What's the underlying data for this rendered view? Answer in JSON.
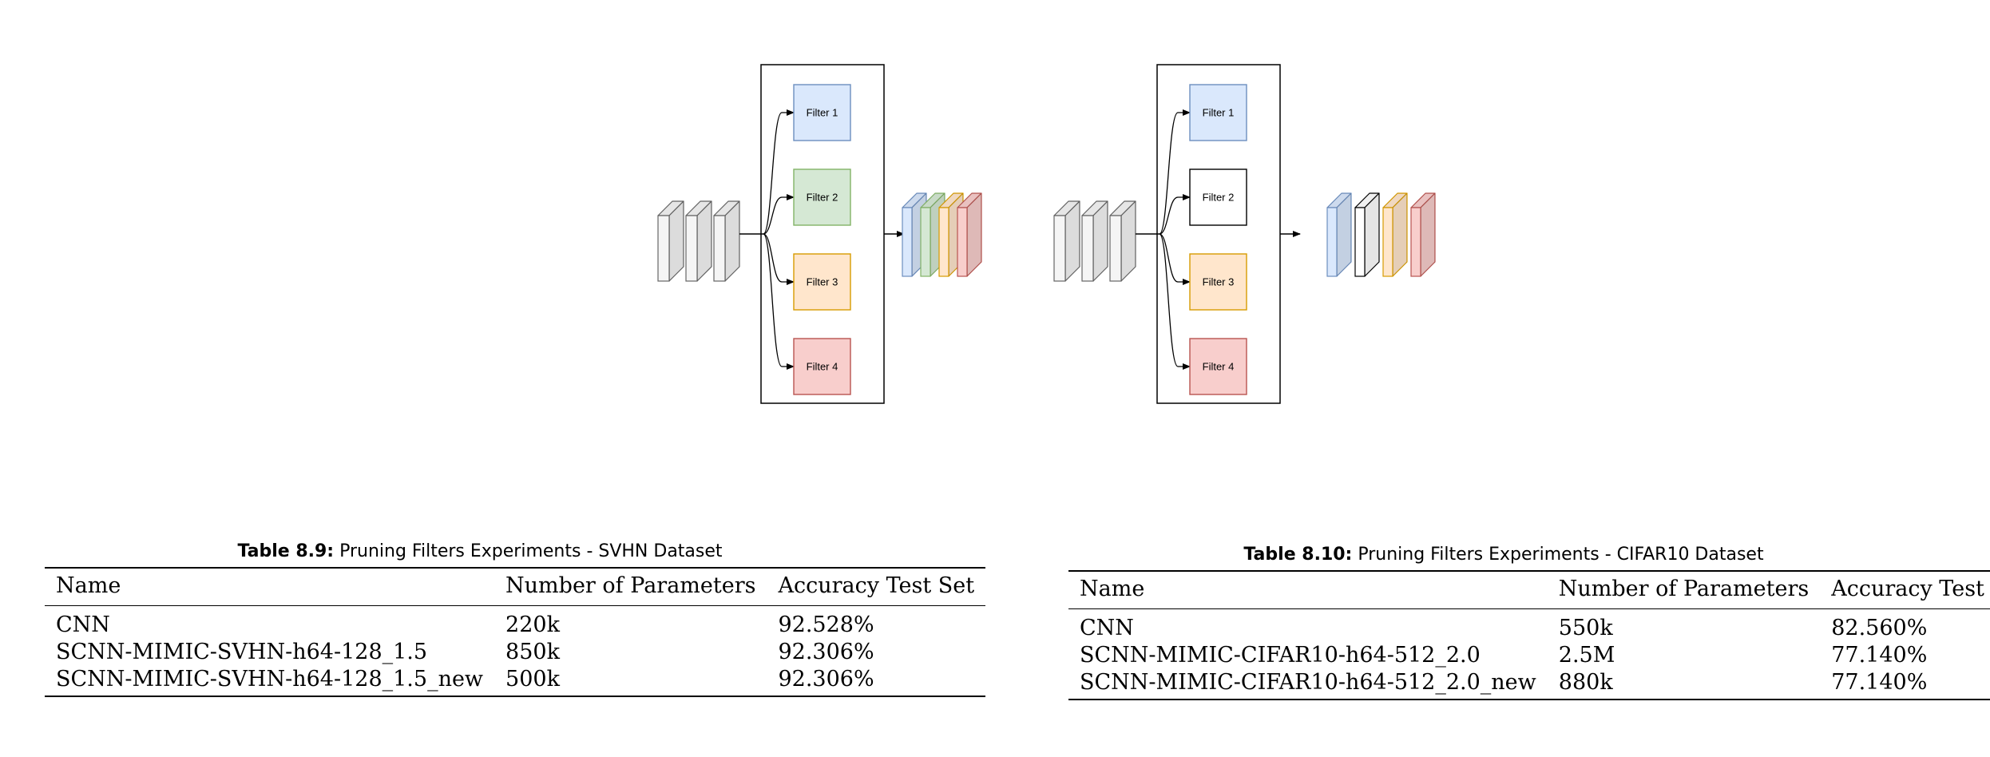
{
  "figure": {
    "left_panel": {
      "filters": [
        {
          "label": "Filter 1",
          "color": "#dae8fc",
          "stroke": "#6c8ebf"
        },
        {
          "label": "Filter 2",
          "color": "#d5e8d4",
          "stroke": "#82b366"
        },
        {
          "label": "Filter 3",
          "color": "#ffe6cc",
          "stroke": "#d79b00"
        },
        {
          "label": "Filter 4",
          "color": "#f8cecc",
          "stroke": "#b85450"
        }
      ]
    },
    "right_panel": {
      "filters": [
        {
          "label": "Filter 1",
          "color": "#dae8fc",
          "stroke": "#6c8ebf"
        },
        {
          "label": "Filter 2",
          "color": "#ffffff",
          "stroke": "#000000"
        },
        {
          "label": "Filter 3",
          "color": "#ffe6cc",
          "stroke": "#d79b00"
        },
        {
          "label": "Filter 4",
          "color": "#f8cecc",
          "stroke": "#b85450"
        }
      ]
    }
  },
  "tables": [
    {
      "caption_number": "Table 8.9:",
      "caption_text": "Pruning Filters Experiments - SVHN Dataset",
      "headers": [
        "Name",
        "Number of Parameters",
        "Accuracy Test Set"
      ],
      "rows": [
        [
          "CNN",
          "220k",
          "92.528%"
        ],
        [
          "SCNN-MIMIC-SVHN-h64-128_1.5",
          "850k",
          "92.306%"
        ],
        [
          "SCNN-MIMIC-SVHN-h64-128_1.5_new",
          "500k",
          "92.306%"
        ]
      ]
    },
    {
      "caption_number": "Table 8.10:",
      "caption_text": "Pruning Filters Experiments - CIFAR10 Dataset",
      "headers": [
        "Name",
        "Number of Parameters",
        "Accuracy Test Set"
      ],
      "rows": [
        [
          "CNN",
          "550k",
          "82.560%"
        ],
        [
          "SCNN-MIMIC-CIFAR10-h64-512_2.0",
          "2.5M",
          "77.140%"
        ],
        [
          "SCNN-MIMIC-CIFAR10-h64-512_2.0_new",
          "880k",
          "77.140%"
        ]
      ]
    }
  ]
}
